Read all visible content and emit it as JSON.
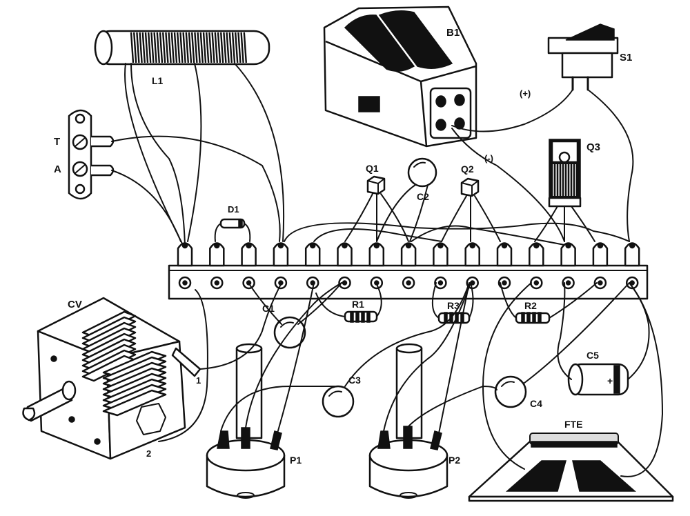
{
  "labels": {
    "l1": "L1",
    "b1": "B1",
    "s1": "S1",
    "t": "T",
    "a": "A",
    "plus": "(+)",
    "minus": "(-)",
    "q1": "Q1",
    "q2": "Q2",
    "q3": "Q3",
    "c2": "C2",
    "d1": "D1",
    "cv": "CV",
    "c1": "C1",
    "r1": "R1",
    "r3": "R3",
    "r2": "R2",
    "c3": "C3",
    "c4": "C4",
    "c5": "C5",
    "c5_polarity": "+",
    "p1": "P1",
    "p2": "P2",
    "fte": "FTE",
    "cv_pin1": "1",
    "cv_pin2": "2"
  }
}
